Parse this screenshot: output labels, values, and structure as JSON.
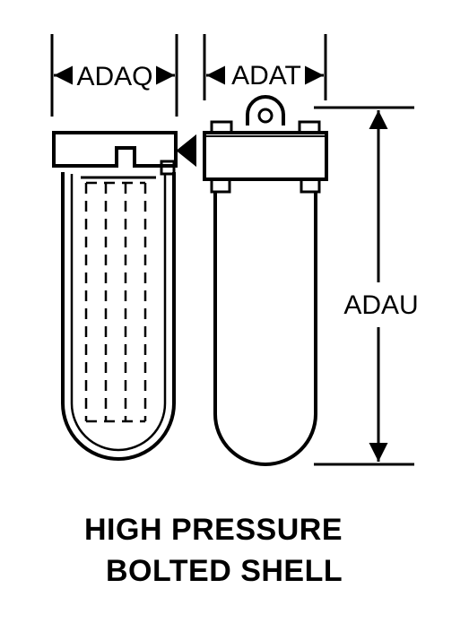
{
  "dimensions": {
    "width_label": "ADAQ",
    "depth_label": "ADAT",
    "height_label": "ADAU"
  },
  "caption": {
    "line1": "HIGH PRESSURE",
    "line2": "BOLTED SHELL"
  },
  "colors": {
    "ink": "#000000",
    "background": "#ffffff"
  }
}
